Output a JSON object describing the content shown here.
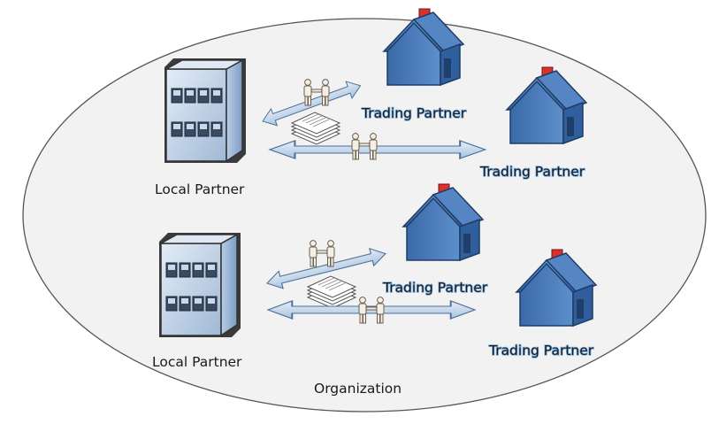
{
  "diagram": {
    "container_label": "Organization",
    "groups": [
      {
        "local_partner": "Local Partner",
        "trading_partners": [
          "Trading Partner",
          "Trading Partner"
        ]
      },
      {
        "local_partner": "Local Partner",
        "trading_partners": [
          "Trading Partner",
          "Trading Partner"
        ]
      }
    ]
  },
  "colors": {
    "ellipse_fill": "#f2f2f2",
    "ellipse_stroke": "#555555",
    "building_face": "#c9d9ec",
    "house_roof": "#4a7fbd",
    "house_wall": "#3d6fae",
    "chimney": "#d9322e",
    "arrow_fill": "#c5d8ec"
  },
  "icons": [
    "office-building-icon",
    "house-icon",
    "handshake-people-icon",
    "documents-stack-icon",
    "bidirectional-arrow-icon"
  ]
}
